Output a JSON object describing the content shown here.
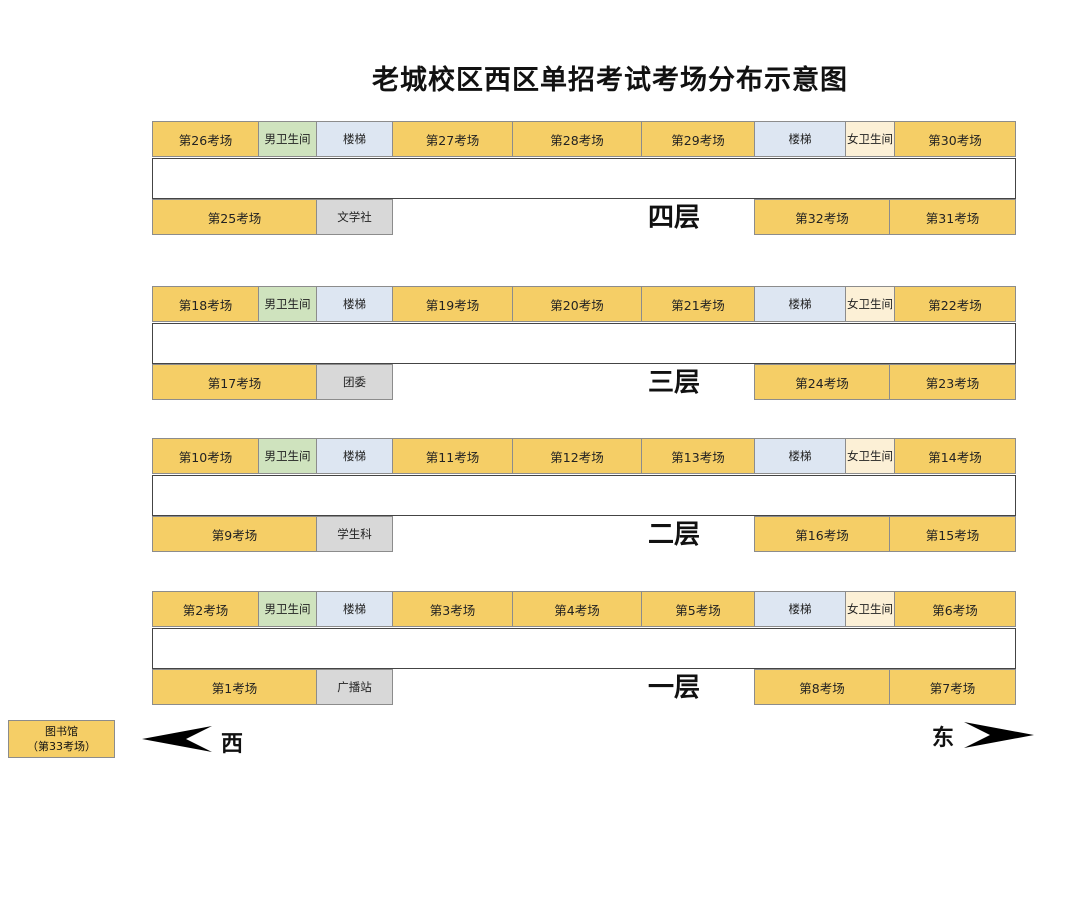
{
  "title": "老城校区西区单招考试考场分布示意图",
  "colors": {
    "exam_room": "#f5ce66",
    "men_toilet": "#cfe3be",
    "women_toilet": "#fcf0d6",
    "stairs": "#dde6f2",
    "office": "#d8d8d8"
  },
  "floors": [
    {
      "label": "四层",
      "top": [
        "第26考场",
        "男卫生间",
        "楼梯",
        "第27考场",
        "第28考场",
        "第29考场",
        "楼梯",
        "女卫生间",
        "第30考场"
      ],
      "bottom": [
        "第25考场",
        "文学社",
        "第32考场",
        "第31考场"
      ]
    },
    {
      "label": "三层",
      "top": [
        "第18考场",
        "男卫生间",
        "楼梯",
        "第19考场",
        "第20考场",
        "第21考场",
        "楼梯",
        "女卫生间",
        "第22考场"
      ],
      "bottom": [
        "第17考场",
        "团委",
        "第24考场",
        "第23考场"
      ]
    },
    {
      "label": "二层",
      "top": [
        "第10考场",
        "男卫生间",
        "楼梯",
        "第11考场",
        "第12考场",
        "第13考场",
        "楼梯",
        "女卫生间",
        "第14考场"
      ],
      "bottom": [
        "第9考场",
        "学生科",
        "第16考场",
        "第15考场"
      ]
    },
    {
      "label": "一层",
      "top": [
        "第2考场",
        "男卫生间",
        "楼梯",
        "第3考场",
        "第4考场",
        "第5考场",
        "楼梯",
        "女卫生间",
        "第6考场"
      ],
      "bottom": [
        "第1考场",
        "广播站",
        "第8考场",
        "第7考场"
      ]
    }
  ],
  "library": {
    "name": "图书馆",
    "note": "（第33考场）"
  },
  "west_label": "西",
  "east_label": "东"
}
